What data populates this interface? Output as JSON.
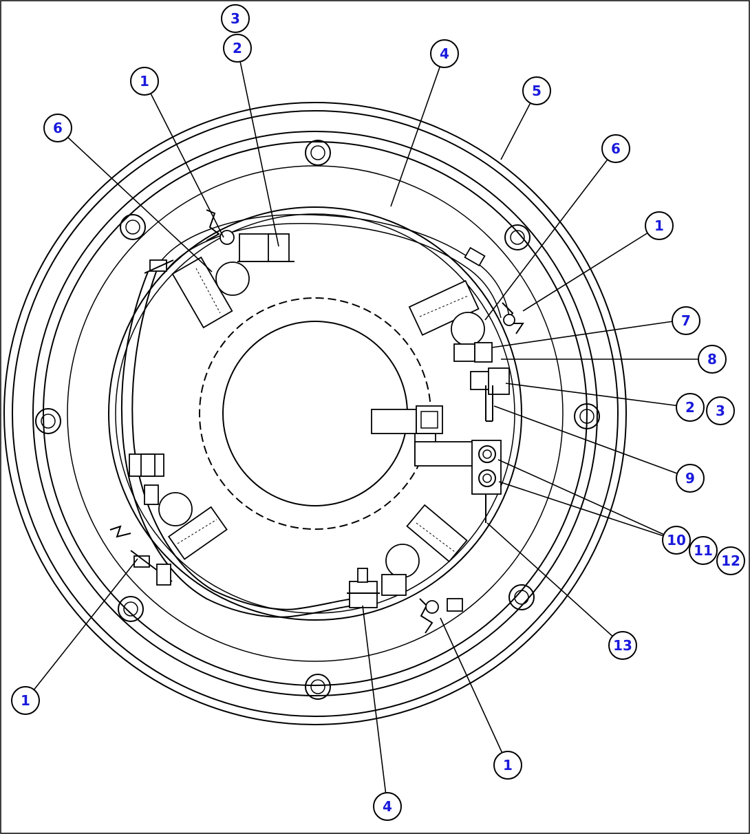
{
  "diagram": {
    "callouts": [
      {
        "id": "c3-top",
        "label": "3"
      },
      {
        "id": "c2-top",
        "label": "2"
      },
      {
        "id": "c1-topleft",
        "label": "1"
      },
      {
        "id": "c4-top",
        "label": "4"
      },
      {
        "id": "c5",
        "label": "5"
      },
      {
        "id": "c6-left",
        "label": "6"
      },
      {
        "id": "c6-right",
        "label": "6"
      },
      {
        "id": "c1-right",
        "label": "1"
      },
      {
        "id": "c7",
        "label": "7"
      },
      {
        "id": "c8",
        "label": "8"
      },
      {
        "id": "c2-right",
        "label": "2"
      },
      {
        "id": "c3-right",
        "label": "3"
      },
      {
        "id": "c9",
        "label": "9"
      },
      {
        "id": "c10",
        "label": "10"
      },
      {
        "id": "c11",
        "label": "11"
      },
      {
        "id": "c12",
        "label": "12"
      },
      {
        "id": "c13",
        "label": "13"
      },
      {
        "id": "c1-bottomleft",
        "label": "1"
      },
      {
        "id": "c4-bottom",
        "label": "4"
      },
      {
        "id": "c1-bottom",
        "label": "1"
      }
    ],
    "colors": {
      "callout_text": "#1a1adc",
      "line": "#000000",
      "background": "#ffffff"
    }
  }
}
